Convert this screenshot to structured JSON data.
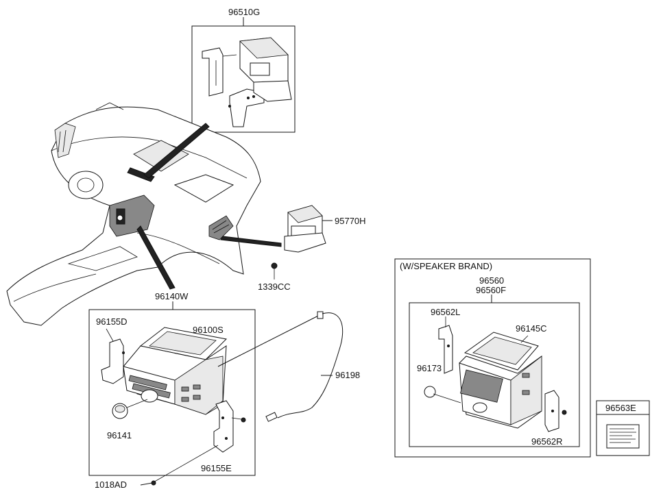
{
  "parts": {
    "p96510G": "96510G",
    "p95770H": "95770H",
    "p1339CC": "1339CC",
    "p96140W": "96140W",
    "p96155D": "96155D",
    "p96100S": "96100S",
    "p96198": "96198",
    "p96141": "96141",
    "p96155E": "96155E",
    "p1018AD": "1018AD",
    "p96560": "96560",
    "p96560F": "96560F",
    "p96562L": "96562L",
    "p96145C": "96145C",
    "p96173": "96173",
    "p96562R": "96562R",
    "p96563E": "96563E"
  },
  "boxes": {
    "speaker_brand_title": "(W/SPEAKER BRAND)"
  }
}
